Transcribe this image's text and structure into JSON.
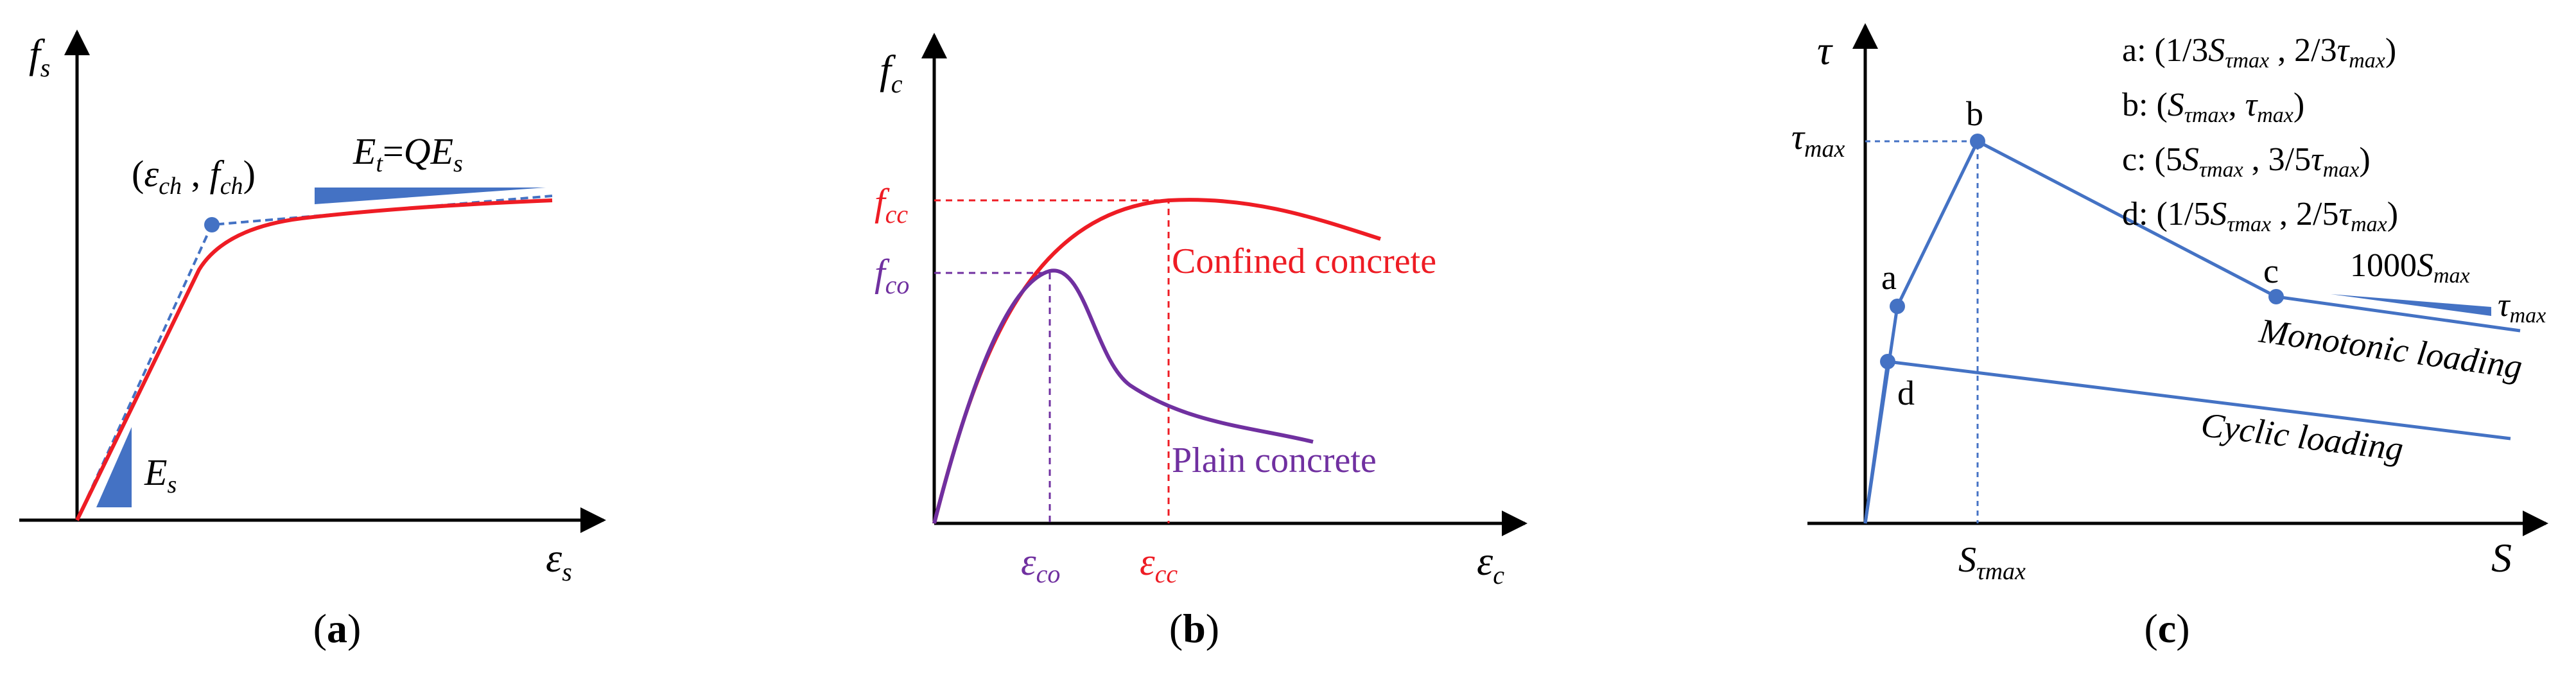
{
  "colors": {
    "axis": "#000000",
    "steel_curve": "#ee1c24",
    "blue": "#4472c4",
    "confined": "#ee1c24",
    "plain": "#7030a0"
  },
  "panel_a": {
    "caption": "(a)",
    "y_label_main": "f",
    "y_label_sub": "s",
    "x_label_main": "ε",
    "x_label_sub": "s",
    "point_label": {
      "open": "(",
      "eps": "ε",
      "eps_sub": "ch",
      "comma": " , ",
      "f": "f",
      "f_sub": "ch",
      "close": ")"
    },
    "slope_top": {
      "E": "E",
      "sub": "t",
      "eq": "=",
      "Q": "Q",
      "E2": "E",
      "sub2": "s"
    },
    "slope_bottom": {
      "E": "E",
      "sub": "s"
    }
  },
  "panel_b": {
    "caption": "(b)",
    "y_label_main": "f",
    "y_label_sub": "c",
    "x_label_main": "ε",
    "x_label_sub": "c",
    "fcc_main": "f",
    "fcc_sub": "cc",
    "fco_main": "f",
    "fco_sub": "co",
    "eco_main": "ε",
    "eco_sub": "co",
    "ecc_main": "ε",
    "ecc_sub": "cc",
    "confined_label": "Confined concrete",
    "plain_label": "Plain concrete"
  },
  "panel_c": {
    "caption": "(c)",
    "y_label": "τ",
    "x_label": "S",
    "tau_max_main": "τ",
    "tau_max_sub": "max",
    "s_tau_max_main": "S",
    "s_tau_max_sub": "τmax",
    "points": {
      "a": "a",
      "b": "b",
      "c": "c",
      "d": "d"
    },
    "legend": {
      "a": {
        "prefix": "a: (1/3",
        "S": "S",
        "S_sub": "τmax",
        "mid": " , 2/3",
        "t": "τ",
        "t_sub": "max",
        "end": ")"
      },
      "b": {
        "prefix": "b: (",
        "S": "S",
        "S_sub": "τmax",
        "mid": ", ",
        "t": "τ",
        "t_sub": "max",
        "end": ")"
      },
      "c": {
        "prefix": "c: (5",
        "S": "S",
        "S_sub": "τmax",
        "mid": " , 3/5",
        "t": "τ",
        "t_sub": "max",
        "end": ")"
      },
      "d": {
        "prefix": "d: (1/5",
        "S": "S",
        "S_sub": "τmax",
        "mid": " , 2/5",
        "t": "τ",
        "t_sub": "max",
        "end": ")"
      }
    },
    "slope_label": {
      "num": "1000",
      "S": "S",
      "S_sub": "max",
      "t": "τ",
      "t_sub": "max"
    },
    "monotonic_label": "Monotonic loading",
    "cyclic_label": "Cyclic loading"
  }
}
